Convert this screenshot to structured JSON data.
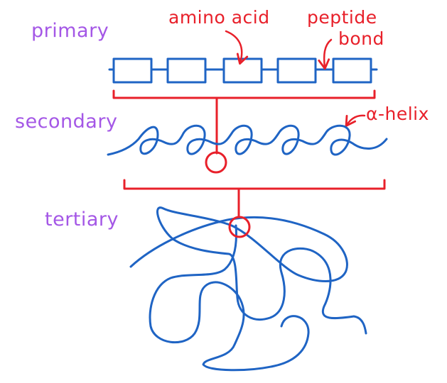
{
  "colors": {
    "level_label": "#a457e6",
    "annotation": "#e8202a",
    "chain": "#1f64c4",
    "bracket": "#e8202a"
  },
  "levels": {
    "primary": "primary",
    "secondary": "secondary",
    "tertiary": "tertiary"
  },
  "annotations": {
    "amino_acid": "amino acid",
    "peptide_line1": "peptide",
    "peptide_line2": "bond",
    "alpha_helix": "α-helix"
  },
  "primary_structure": {
    "amino_acid_count": 5
  }
}
